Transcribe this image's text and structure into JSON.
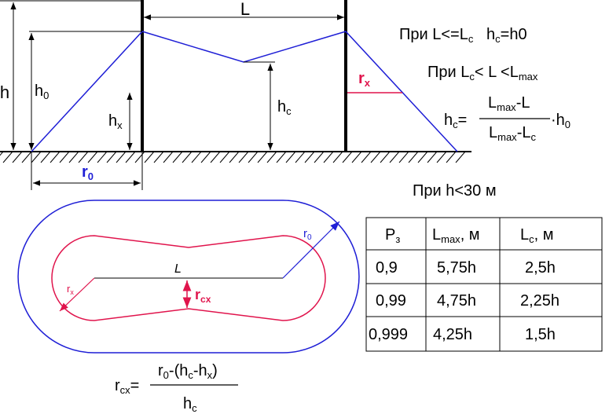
{
  "colors": {
    "blue": "#1f1fd6",
    "pink": "#e0144c",
    "ground_hatch": "#000000"
  },
  "side_view": {
    "L": "L",
    "h": "h",
    "h0": {
      "main": "h",
      "sub": "0"
    },
    "hx": {
      "main": "h",
      "sub": "x"
    },
    "hc": {
      "main": "h",
      "sub": "c"
    },
    "rx": {
      "main": "r",
      "sub": "x"
    },
    "r0": {
      "main": "r",
      "sub": "0"
    }
  },
  "formulas": {
    "cond1": {
      "a": "При L<=L",
      "a_sub": "c",
      "b": "   h",
      "b_sub": "c",
      "c": "=h0"
    },
    "cond2": {
      "a": "При L",
      "a_sub": "c",
      "b": "< L <L",
      "b_sub": "max"
    },
    "hc_formula": {
      "lhs": "h",
      "lhs_sub": "c",
      "eq": "=",
      "num": "L",
      "num_sub": "max",
      "num_rest": "-L",
      "den": "L",
      "den_sub": "max",
      "den_rest": "-L",
      "den_sub2": "c",
      "tail": "·h",
      "tail_sub": "0"
    },
    "cond3": "При h<30 м"
  },
  "plan_view": {
    "L": "L",
    "r0": {
      "main": "r",
      "sub": "0"
    },
    "rx": {
      "main": "r",
      "sub": "x"
    },
    "rcx": {
      "main": "r",
      "sub": "cx"
    }
  },
  "bottom_formula": {
    "lhs": "r",
    "lhs_sub": "cx",
    "eq": "=",
    "num": "r",
    "num_sub": "0",
    "num_mid": "-(h",
    "num_sub2": "c",
    "num_mid2": "-h",
    "num_sub3": "x",
    "num_end": ")",
    "den": "h",
    "den_sub": "c"
  },
  "table": {
    "headers": [
      {
        "main": "Р",
        "sub": "з",
        "rest": ""
      },
      {
        "main": "L",
        "sub": "max",
        "rest": ", м"
      },
      {
        "main": "L",
        "sub": "c",
        "rest": ", м"
      }
    ],
    "rows": [
      [
        "0,9",
        "5,75h",
        "2,5h"
      ],
      [
        "0,99",
        "4,75h",
        "2,25h"
      ],
      [
        "0,999",
        "4,25h",
        "1,5h"
      ]
    ]
  }
}
